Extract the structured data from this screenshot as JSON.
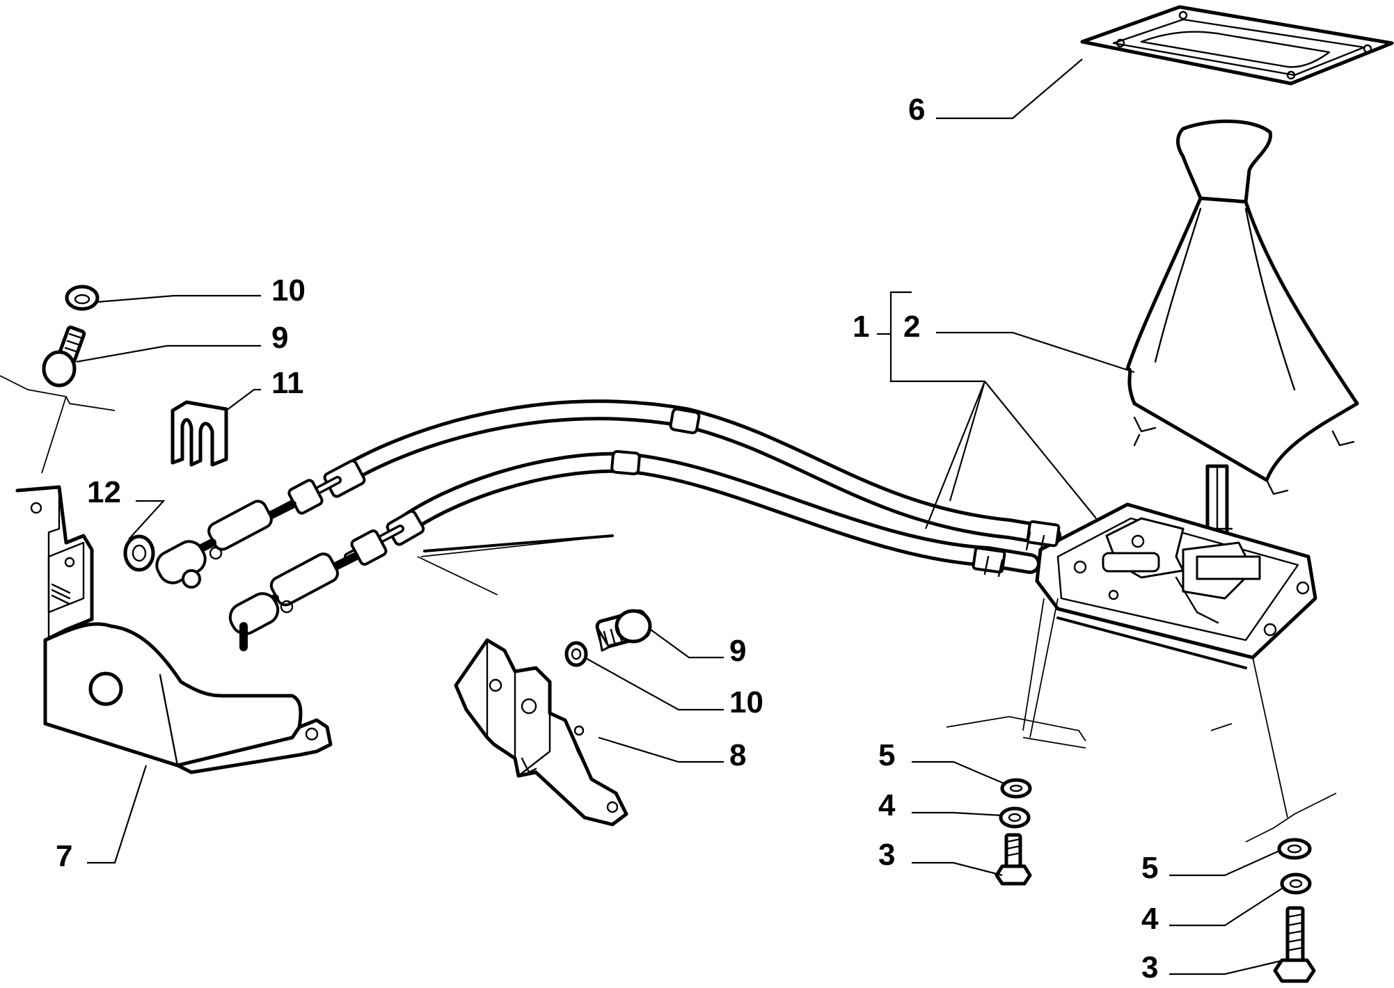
{
  "callouts": {
    "c1": "1",
    "c2": "2",
    "c3a": "3",
    "c3b": "3",
    "c4a": "4",
    "c4b": "4",
    "c5a": "5",
    "c5b": "5",
    "c6": "6",
    "c7": "7",
    "c8": "8",
    "c9a": "9",
    "c9b": "9",
    "c10a": "10",
    "c10b": "10",
    "c11": "11",
    "c12": "12"
  }
}
